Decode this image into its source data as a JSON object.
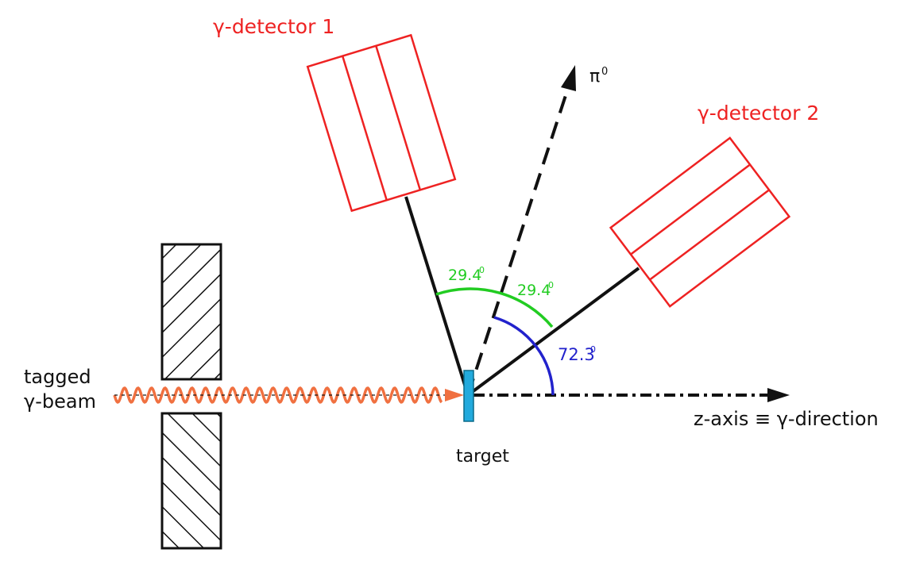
{
  "labels": {
    "detector1": "γ-detector 1",
    "detector2": "γ-detector 2",
    "pi0": "π",
    "pi0_sup": "0",
    "beam_line1": "tagged",
    "beam_line2": "γ-beam",
    "zaxis": "z-axis ≡ γ-direction",
    "target": "target"
  },
  "angles": {
    "green_left": "29.4",
    "green_right": "29.4",
    "blue": "72.3",
    "degree_symbol": "0"
  },
  "colors": {
    "detector": "#ee2222",
    "green_arc": "#22cc22",
    "blue_arc": "#2222cc",
    "beam": "#f07040",
    "target": "#22aadd",
    "line": "#111111"
  }
}
